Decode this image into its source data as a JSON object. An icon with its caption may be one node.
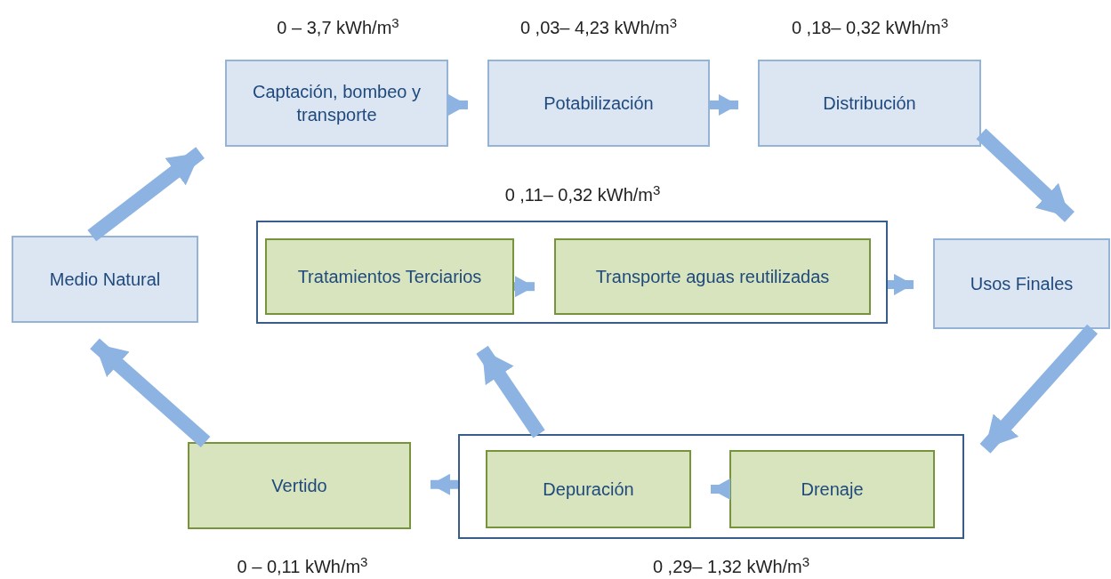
{
  "diagram": {
    "nodes": [
      {
        "text": [
          "Captación, bombeo y transporte"
        ],
        "beside": [
          "0 – 3,7 kWh/m$^{3}$"
        ]
      },
      {
        "text": [
          "Potabilización"
        ],
        "beside": [
          "0 ,03– 4,23 kWh/m$^{3}$"
        ]
      },
      {
        "text": [
          "Distribución"
        ],
        "beside": [
          "0 ,18– 0,32 kWh/m$^{3}$"
        ]
      },
      {
        "text": [
          "Medio Natural"
        ]
      },
      {
        "text": [],
        "shape": "box",
        "beside": [
          "0 ,11– 0,32 kWh/m$^{3}$"
        ]
      },
      {
        "text": [
          "Tratamientos Terciarios"
        ],
        "in": 4
      },
      {
        "text": [
          "Transporte aguas reutilizadas"
        ],
        "in": 4
      },
      {
        "text": [
          "Usos Finales"
        ]
      },
      {
        "text": [
          "Vertido"
        ],
        "beside": [
          "0 – 0,11 kWh/m$^{3}$"
        ]
      },
      {
        "text": [],
        "shape": "box",
        "beside": [
          "0 ,29– 1,32 kWh/m$^{3}$"
        ]
      },
      {
        "text": [
          "Depuración"
        ],
        "in": 9
      },
      {
        "text": [
          "Drenaje"
        ],
        "in": 9
      }
    ],
    "edges": [
      {
        "from": 3,
        "to": 0,
        "arrow": "to"
      },
      {
        "from": 0,
        "to": 1,
        "arrow": "to"
      },
      {
        "from": 1,
        "to": 2,
        "arrow": "to"
      },
      {
        "from": 2,
        "to": 7,
        "arrow": "to"
      },
      {
        "from": 5,
        "to": 6,
        "arrow": "to"
      },
      {
        "from": 4,
        "to": 7,
        "arrow": "to"
      },
      {
        "from": 7,
        "to": 9,
        "arrow": "to"
      },
      {
        "from": 11,
        "to": 10,
        "arrow": "to"
      },
      {
        "from": 9,
        "to": 8,
        "arrow": "to"
      },
      {
        "from": 9,
        "to": 4,
        "arrow": "to"
      },
      {
        "from": 8,
        "to": 3,
        "arrow": "to"
      }
    ]
  }
}
